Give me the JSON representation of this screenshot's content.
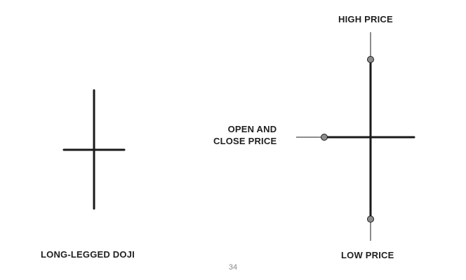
{
  "left_figure": {
    "caption": "LONG-LEGGED DOJI"
  },
  "right_figure": {
    "high_label": "HIGH PRICE",
    "low_label": "LOW PRICE",
    "open_close_label_line1": "OPEN AND",
    "open_close_label_line2": "CLOSE PRICE"
  },
  "page_number": "34",
  "colors": {
    "line": "#1a1a1a",
    "marker_fill": "#8c8c8c",
    "text": "#1f1f1f"
  }
}
